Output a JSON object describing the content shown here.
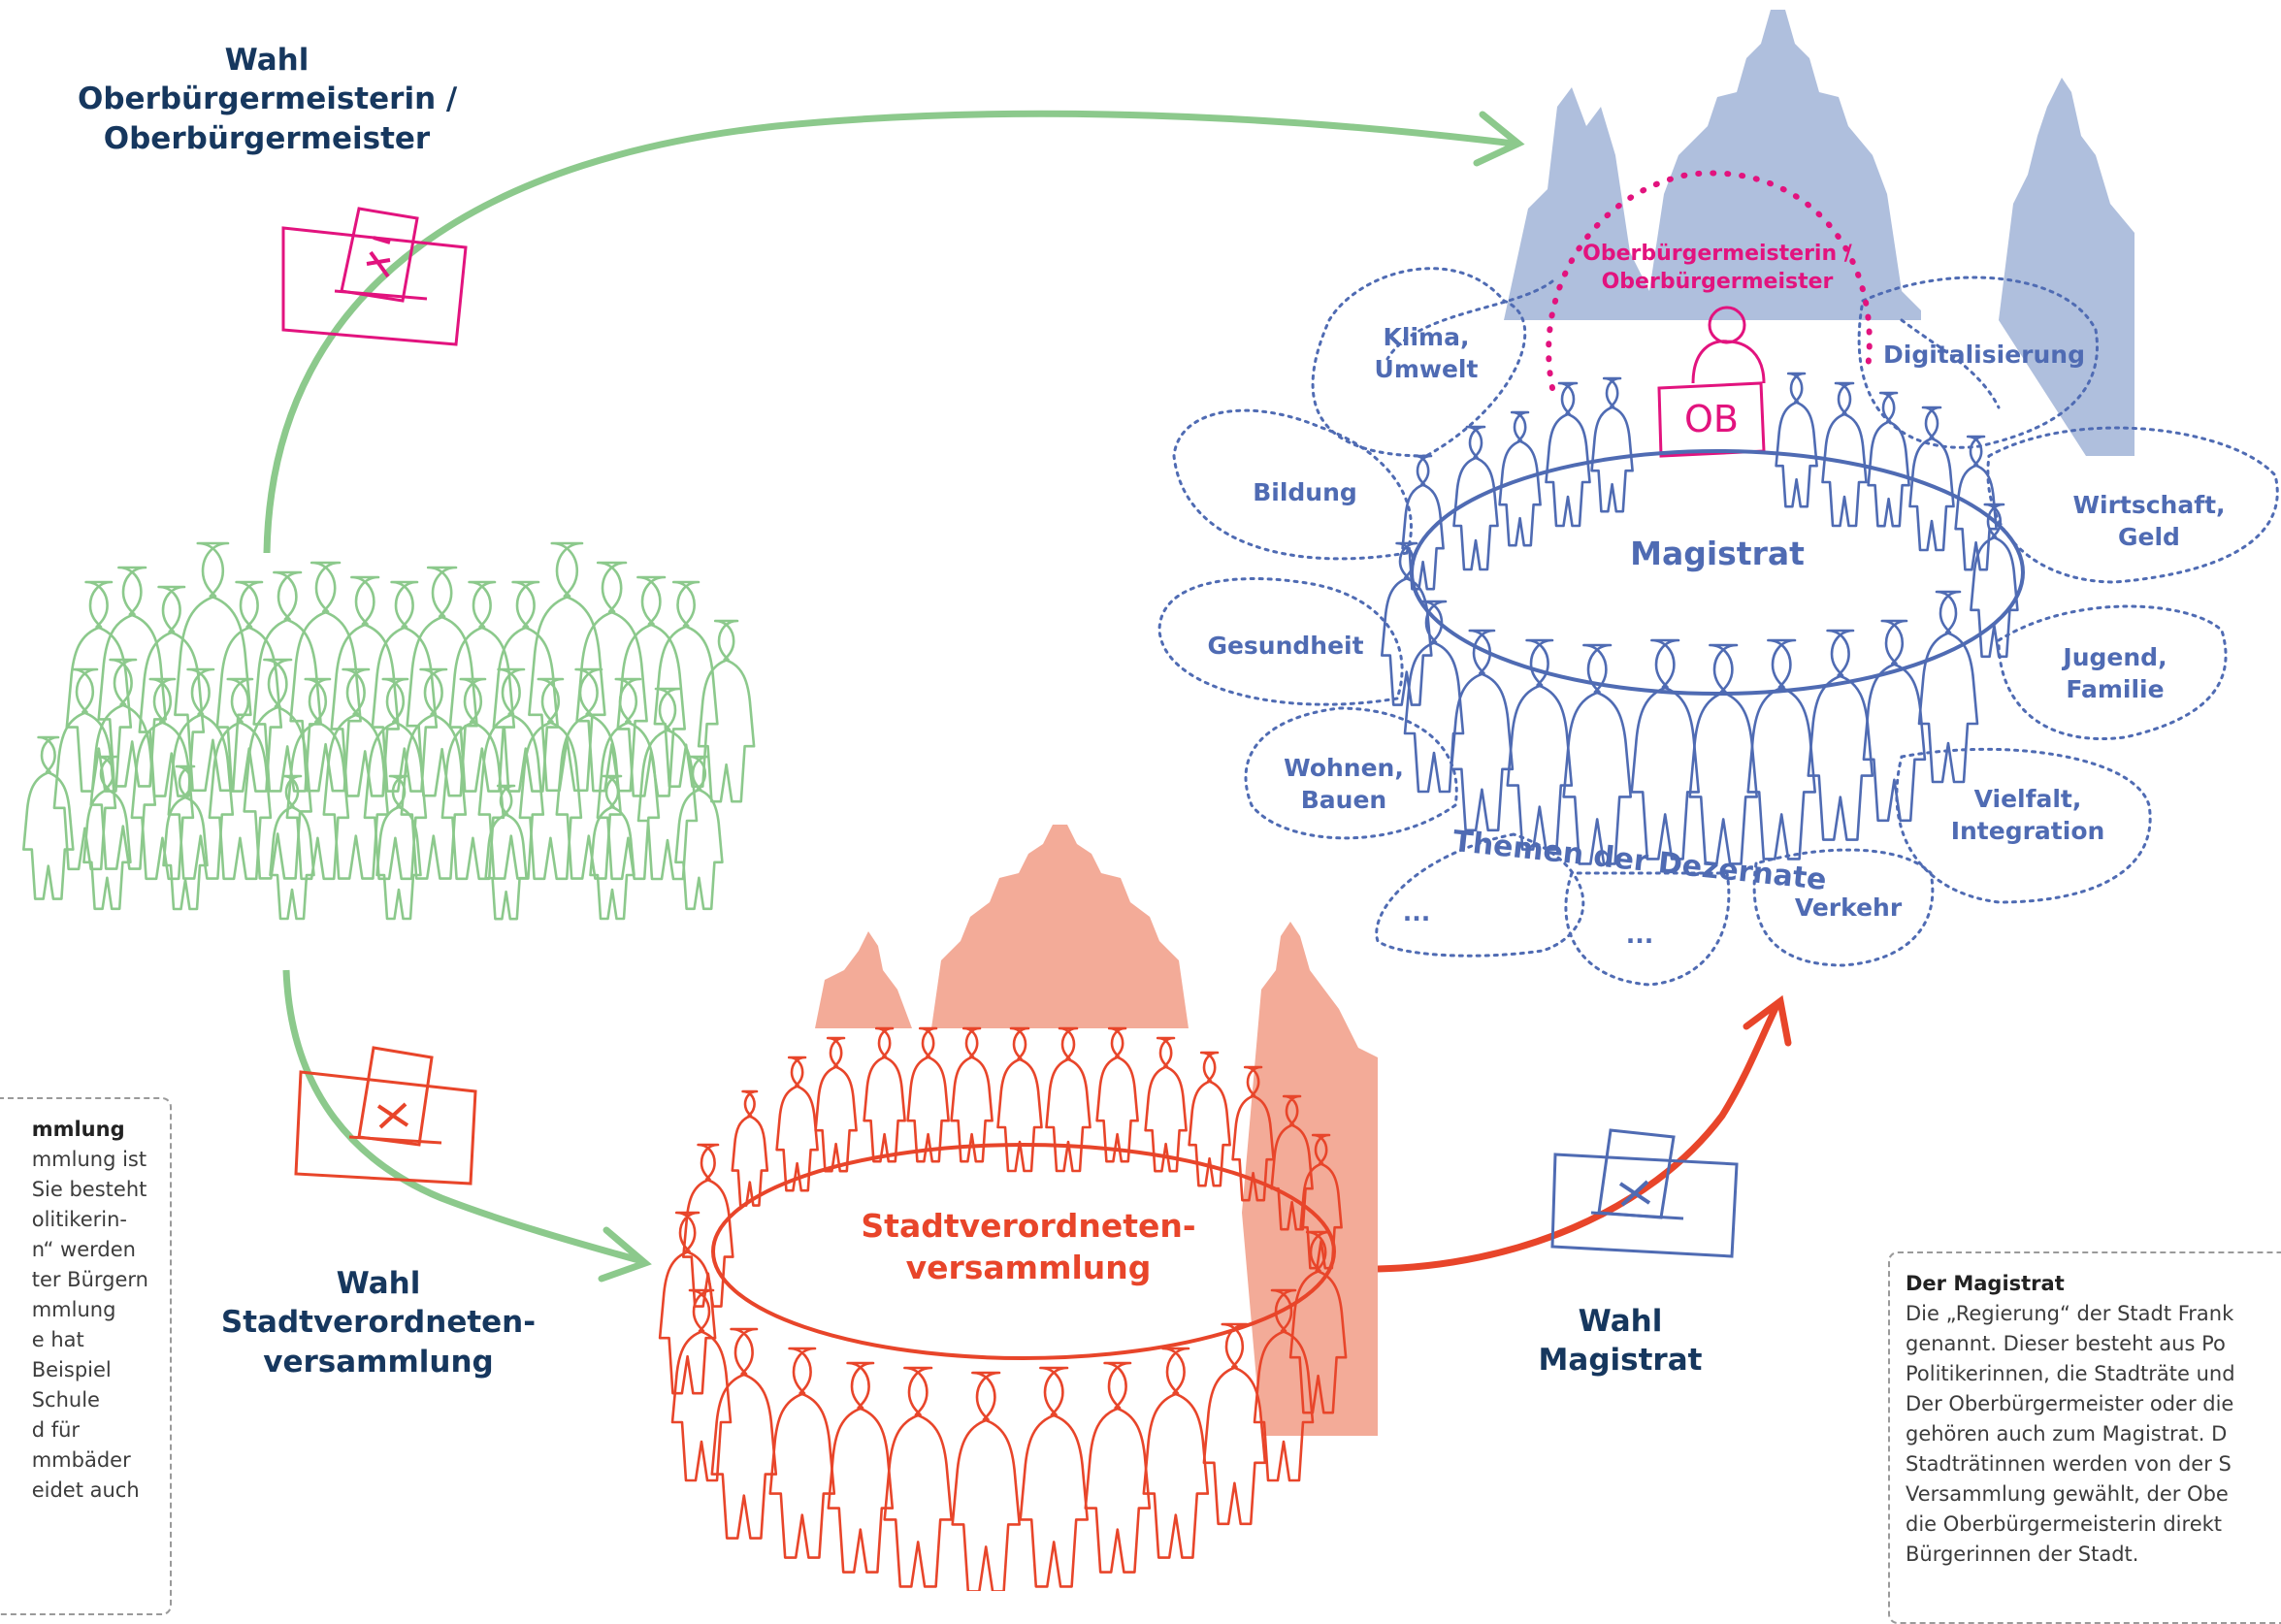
{
  "labels": {
    "wahl_ob": [
      "Wahl",
      "Oberbürgermeisterin /",
      "Oberbürgermeister"
    ],
    "wahl_stv": [
      "Wahl",
      "Stadtverordneten-",
      "versammlung"
    ],
    "wahl_magistrat": [
      "Wahl",
      "Magistrat"
    ],
    "ob_title": [
      "Oberbürgermeisterin /",
      "Oberbürgermeister"
    ],
    "ob_sign": "OB",
    "magistrat": "Magistrat",
    "stv_title": [
      "Stadtverordneten-",
      "versammlung"
    ],
    "themen": "Themen der Dezernate"
  },
  "dezernate": {
    "klima": [
      "Klima,",
      "Umwelt"
    ],
    "digital": [
      "Digitalisierung"
    ],
    "bildung": [
      "Bildung"
    ],
    "wirtschaft": [
      "Wirtschaft,",
      "Geld"
    ],
    "gesundheit": [
      "Gesundheit"
    ],
    "jugend": [
      "Jugend,",
      "Familie"
    ],
    "wohnen": [
      "Wohnen,",
      "Bauen"
    ],
    "vielfalt": [
      "Vielfalt,",
      "Integration"
    ],
    "verkehr": [
      "Verkehr"
    ],
    "more1": "...",
    "more2": "..."
  },
  "info_left": {
    "lines": [
      "mmlung",
      "mmlung ist",
      "Sie besteht",
      "olitikerin-",
      "n“ werden",
      "ter Bürgern",
      "",
      "mmlung",
      "e hat",
      "Beispiel",
      "Schule",
      "d für",
      "mmbäder",
      "eidet auch"
    ]
  },
  "info_right": {
    "title": "Der Magistrat",
    "lines": [
      "Die „Regierung“ der Stadt Frank",
      "genannt. Dieser besteht aus Po",
      "Politikerinnen, die Stadträte und",
      "Der Oberbürgermeister oder die",
      "gehören auch zum Magistrat. D",
      "Stadträtinnen werden von der S",
      "Versammlung gewählt, der Obe",
      "die Oberbürgermeisterin direkt",
      "Bürgerinnen der Stadt."
    ]
  },
  "colors": {
    "green": "#8cc98c",
    "ob_pink": "#e2137e",
    "magistrat_blue": "#4f6bb3",
    "city_blue": "#afbfdd",
    "stv_red": "#e8452a",
    "city_red": "#f3ab98",
    "title_dark": "#16375e"
  }
}
